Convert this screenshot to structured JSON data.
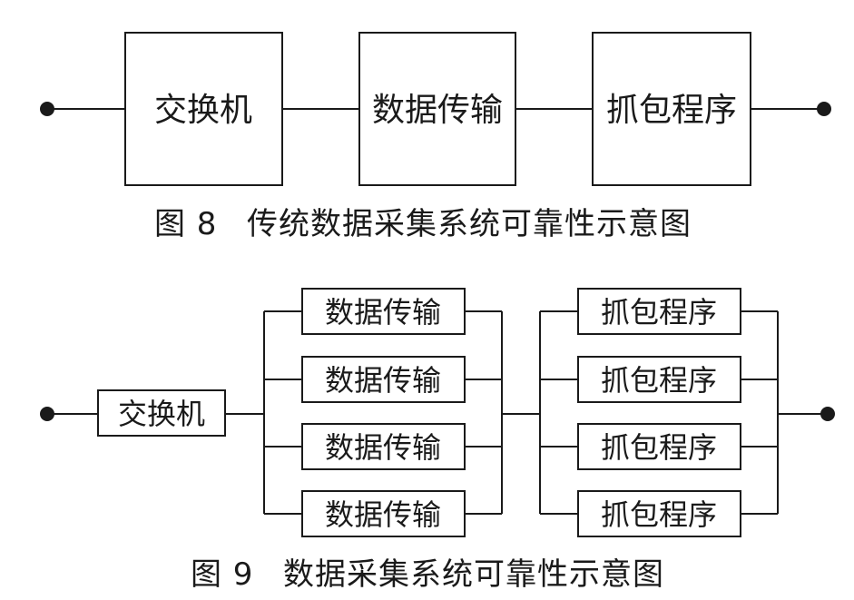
{
  "figure8": {
    "blocks": [
      "交换机",
      "数据传输",
      "抓包程序"
    ],
    "caption_number": "图 8",
    "caption_text": "传统数据采集系统可靠性示意图"
  },
  "figure9": {
    "switch": "交换机",
    "transfer_blocks": [
      "数据传输",
      "数据传输",
      "数据传输",
      "数据传输"
    ],
    "capture_blocks": [
      "抓包程序",
      "抓包程序",
      "抓包程序",
      "抓包程序"
    ],
    "caption_number": "图 9",
    "caption_text": "数据采集系统可靠性示意图"
  }
}
